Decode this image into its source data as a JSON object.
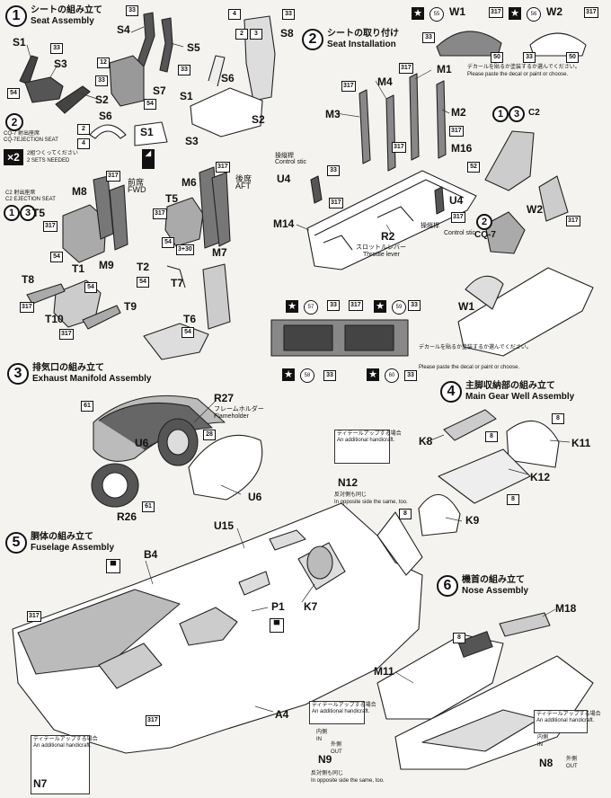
{
  "sections": {
    "s1": {
      "num": "1",
      "jp": "シートの組み立て",
      "en": "Seat Assembly"
    },
    "s2": {
      "num": "2",
      "jp": "シートの取り付け",
      "en": "Seat Installation"
    },
    "s3": {
      "num": "3",
      "jp": "排気口の組み立て",
      "en": "Exhaust Manifold Assembly"
    },
    "s4": {
      "num": "4",
      "jp": "主脚収納部の組み立て",
      "en": "Main Gear Well Assembly"
    },
    "s5": {
      "num": "5",
      "jp": "胴体の組み立て",
      "en": "Fuselage Assembly"
    },
    "s6": {
      "num": "6",
      "jp": "機首の組み立て",
      "en": "Nose Assembly"
    }
  },
  "seat_notes": {
    "co7_jp": "CQ-7 射出座席",
    "co7_en": "CQ-7EJECTION SEAT",
    "c2_jp": "C2 射出座席",
    "c2_en": "C2 EJECTION SEAT",
    "x2": "×2",
    "two_sets_jp": "2組つくってください",
    "two_sets_en": "2 SETS NEEDED",
    "fwd_jp": "前席",
    "fwd_en": "FWD",
    "aft_jp": "後席",
    "aft_en": "AFT",
    "c2_label": "C2",
    "co7_label": "CQ-7"
  },
  "section2_notes": {
    "control_jp": "操縦桿",
    "control_en": "Control stic",
    "throttle_jp": "スロットルレバー",
    "throttle_en": "Throttle lever"
  },
  "decal_note": {
    "jp": "デカールを貼るか塗装するか選んでください。",
    "en": "Please paste the decal or paint or choose."
  },
  "exhaust_notes": {
    "flame_jp": "フレームホルダー",
    "flame_en": "Flameholder"
  },
  "detail_notes": {
    "up_jp": "ディテールアップする場合",
    "up_en": "An additional handicraft.",
    "opp_jp": "反対側も同じ",
    "opp_en": "In opposite side the same, too.",
    "in_jp": "内側",
    "in_en": "IN",
    "out_jp": "外側",
    "out_en": "OUT"
  },
  "parts": {
    "S1": "S1",
    "S2": "S2",
    "S3": "S3",
    "S4": "S4",
    "S5": "S5",
    "S6": "S6",
    "S7": "S7",
    "S8": "S8",
    "W1": "W1",
    "W2": "W2",
    "M1": "M1",
    "M2": "M2",
    "M3": "M3",
    "M4": "M4",
    "M6": "M6",
    "M7": "M7",
    "M8": "M8",
    "M9": "M9",
    "M11": "M11",
    "M14": "M14",
    "M16": "M16",
    "M18": "M18",
    "U4": "U4",
    "U6": "U6",
    "U15": "U15",
    "R2": "R2",
    "R26": "R26",
    "R27": "R27",
    "T1": "T1",
    "T2": "T2",
    "T5": "T5",
    "T6": "T6",
    "T7": "T7",
    "T8": "T8",
    "T9": "T9",
    "T10": "T10",
    "K7": "K7",
    "K8": "K8",
    "K9": "K9",
    "K11": "K11",
    "K12": "K12",
    "B4": "B4",
    "A4": "A4",
    "P1": "P1",
    "N7": "N7",
    "N8": "N8",
    "N9": "N9",
    "N12": "N12"
  },
  "colors": {
    "c33": "33",
    "c317": "317",
    "c54": "54",
    "c12": "12",
    "c4": "4",
    "c2": "2",
    "c3": "3",
    "c8": "8",
    "c28": "28",
    "c61": "61",
    "c52": "52",
    "c3p30": "3+30"
  },
  "decal_nums": {
    "d55": "55",
    "d56": "56",
    "d57": "57",
    "d58": "58",
    "d59": "59",
    "d60": "60",
    "d50": "50",
    "d60b": "60"
  },
  "seat_choices": {
    "a": "1",
    "b": "3",
    "c": "2"
  }
}
